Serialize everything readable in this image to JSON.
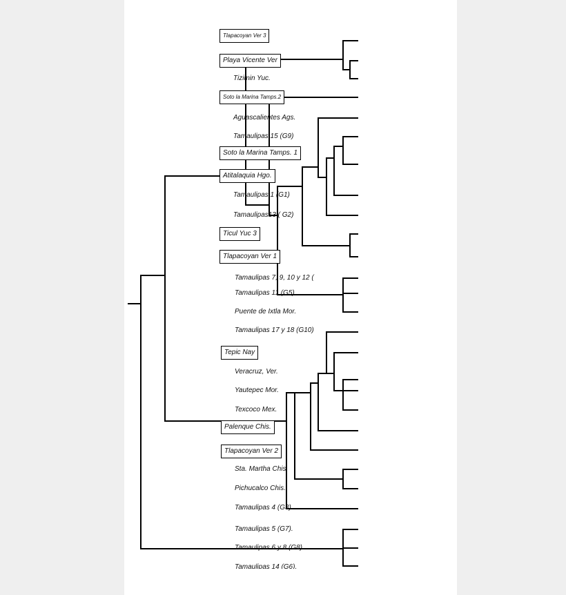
{
  "colors": {
    "background": "#efefef",
    "panel": "#ffffff",
    "line": "#000000",
    "text": "#111111"
  },
  "leaves": [
    {
      "id": "tlapacoyan-ver-3",
      "label": "Tlapacoyan Ver 3",
      "boxed": true,
      "small": true
    },
    {
      "id": "playa-vicente-ver",
      "label": "Playa Vicente Ver",
      "boxed": true
    },
    {
      "id": "tizimin-yuc",
      "label": "Tizimin Yuc."
    },
    {
      "id": "soto-la-marina-tamps-2",
      "label": "Soto la Marina Tamps.2",
      "boxed": true,
      "small": true
    },
    {
      "id": "aguascalientes-ags",
      "label": "Aguascalientes Ags."
    },
    {
      "id": "tamaulipas-15-g9",
      "label": "Tamaulipas 15 (G9)"
    },
    {
      "id": "soto-la-marina-tamps-1",
      "label": "Soto la Marina Tamps. 1",
      "boxed": true
    },
    {
      "id": "atitalaquia-hgo",
      "label": "Atitalaquia Hgo.",
      "boxed": true
    },
    {
      "id": "tamaulipas-1-g1",
      "label": "Tamaulipas 1 (G1)"
    },
    {
      "id": "tamaulipas13-g2",
      "label": "Tamaulipas13 ( G2)"
    },
    {
      "id": "ticul-yuc-3",
      "label": "Ticul Yuc 3",
      "boxed": true
    },
    {
      "id": "tlapacoyan-ver-1",
      "label": "Tlapacoyan Ver 1",
      "boxed": true
    },
    {
      "id": "tamaulipas-7-9-10-12",
      "label": "Tamaulipas 7, 9, 10 y 12 ("
    },
    {
      "id": "tamaulipas-11-g5",
      "label": "Tamaulipas 11 (G5)"
    },
    {
      "id": "puente-de-ixtla-mor",
      "label": "Puente de Ixtla Mor."
    },
    {
      "id": "tamaulipas-17-18-g10",
      "label": "Tamaulipas 17 y 18 (G10)"
    },
    {
      "id": "tepic-nay",
      "label": "Tepic Nay",
      "boxed": true
    },
    {
      "id": "veracruz-ver",
      "label": "Veracruz,  Ver."
    },
    {
      "id": "yautepec-mor",
      "label": "Yautepec Mor."
    },
    {
      "id": "texcoco-mex",
      "label": "Texcoco Mex."
    },
    {
      "id": "palenque-chis",
      "label": "Palenque Chis.",
      "boxed": true
    },
    {
      "id": "tlapacoyan-ver-2",
      "label": "Tlapacoyan Ver 2",
      "boxed": true
    },
    {
      "id": "sta-martha-chis",
      "label": "Sta. Martha  Chis."
    },
    {
      "id": "pichucalco-chis",
      "label": "Pichucalco Chis."
    },
    {
      "id": "tamaulipas-4-g3",
      "label": "Tamaulipas 4 (G3)."
    },
    {
      "id": "tamaulipas-5-g7",
      "label": "Tamaulipas 5 (G7)."
    },
    {
      "id": "tamaulipas-6-8-g8",
      "label": "Tamaulipas 6 y 8 (G8)."
    },
    {
      "id": "tamaulipas-14-g6",
      "label": "Tamaulipas 14 (G6)."
    }
  ]
}
